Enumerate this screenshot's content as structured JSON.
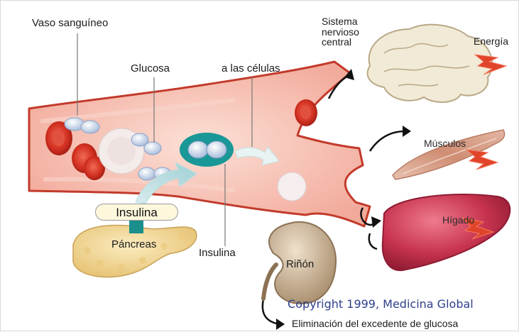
{
  "labels": {
    "vessel": "Vaso sanguíneo",
    "glucose": "Glucosa",
    "to_cells": "a las células",
    "cns_line1": "Sistema",
    "cns_line2": "nervioso",
    "cns_line3": "central",
    "energy": "Energía",
    "muscles": "Músculos",
    "liver": "Hígado",
    "insulin_box": "Insulina",
    "insulin": "Insulina",
    "pancreas": "Páncreas",
    "kidney": "Riñón",
    "copyright": "Copyright 1999, Medicina Global",
    "elimination": "Eliminación del excedente de glucosa"
  },
  "colors": {
    "vessel_fill": "#f7c6bb",
    "vessel_edge": "#c23a2b",
    "red_cell": "#c7271d",
    "glucose": "#dfe8f4",
    "insulin_ring": "#178d8d",
    "brain": "#f1ead6",
    "muscle": "#d79a82",
    "liver": "#c7334e",
    "pancreas": "#f2d89b",
    "kidney": "#cdb599",
    "energy": "#e0442a",
    "copyright": "#2d3f8c"
  }
}
